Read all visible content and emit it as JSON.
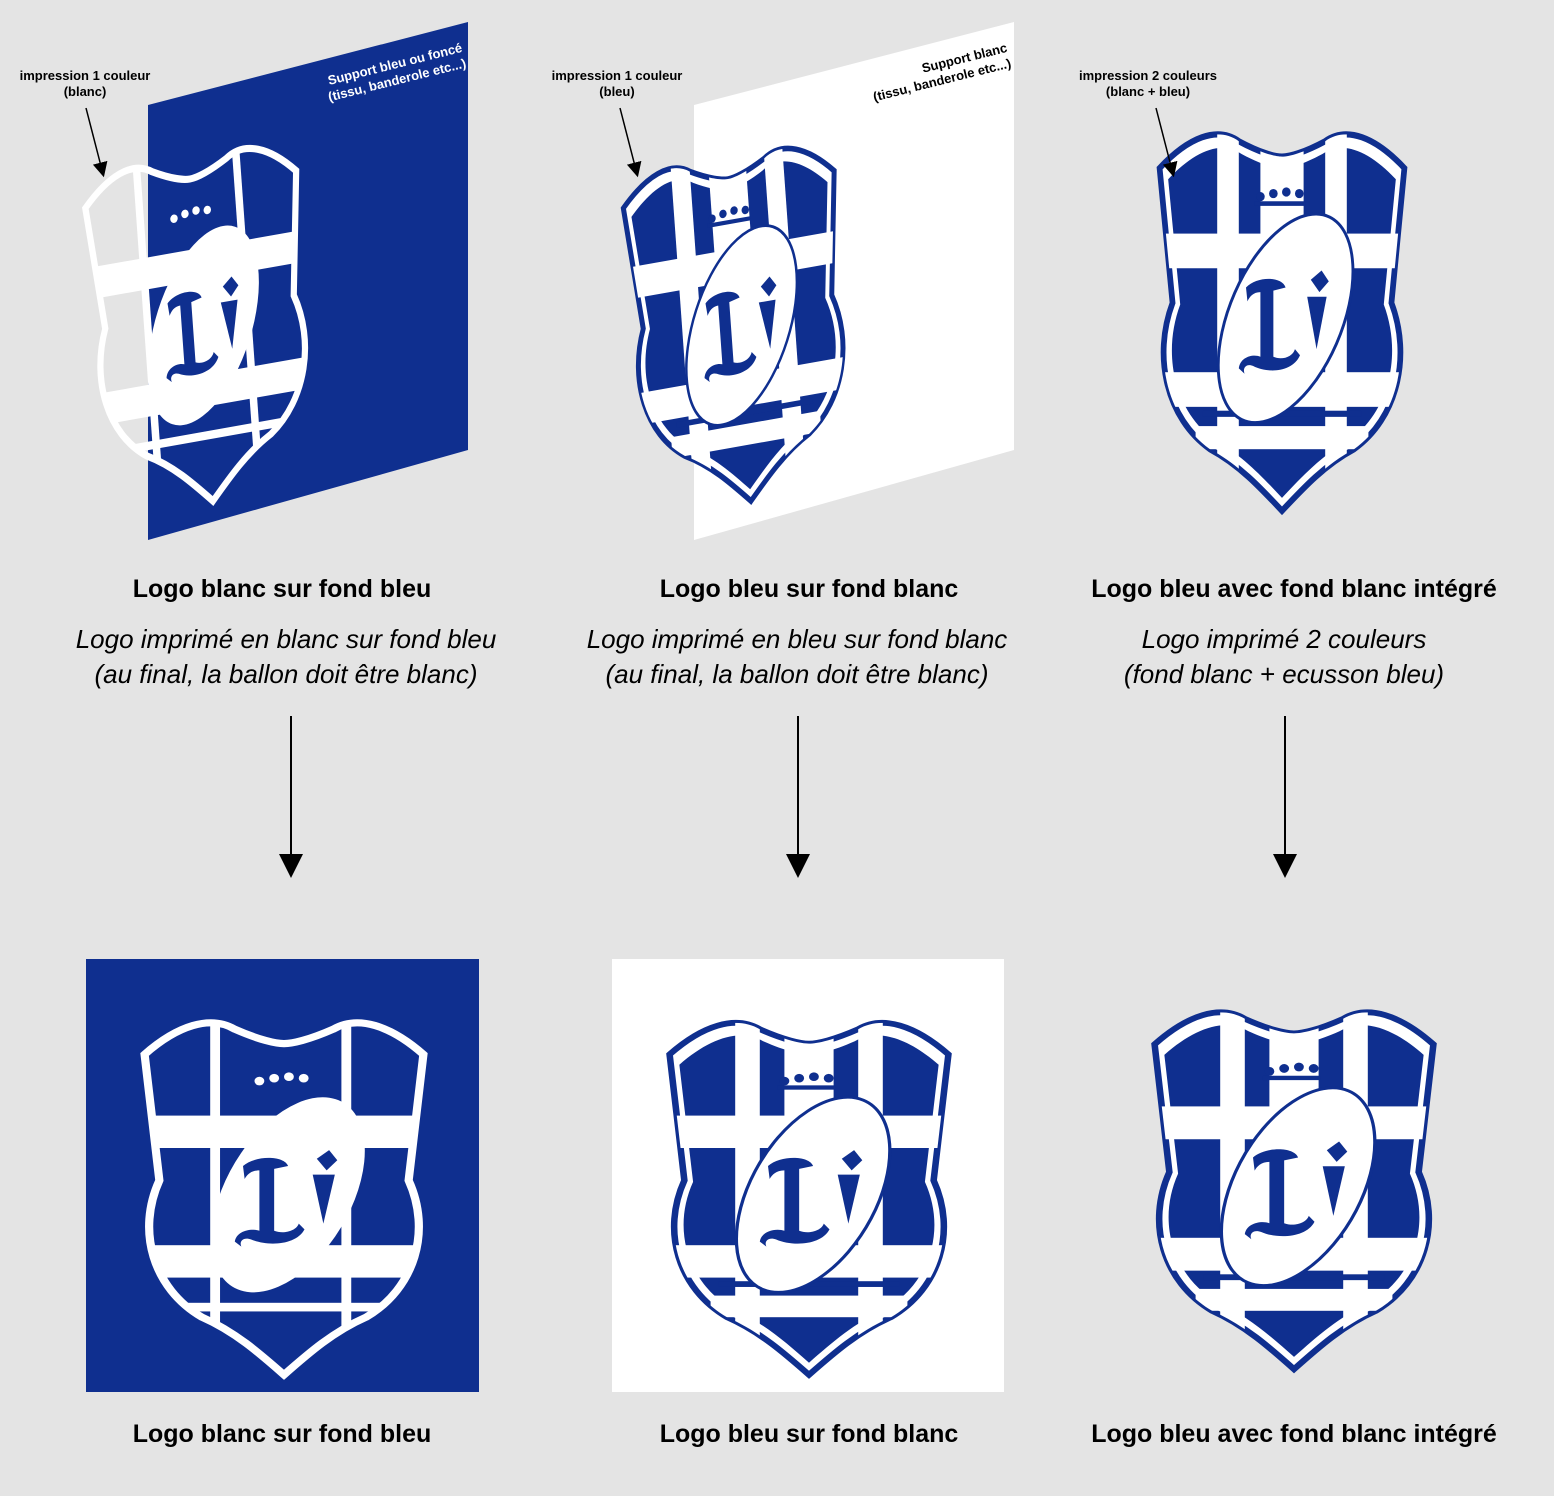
{
  "colors": {
    "blue": "#0f2f8f",
    "white": "#ffffff",
    "background": "#e4e4e4",
    "ink": "#000000"
  },
  "columns": [
    {
      "callout": {
        "line1": "impression 1 couleur",
        "line2": "(blanc)"
      },
      "support": {
        "line1": "Support bleu ou foncé",
        "line2": "(tissu, banderole etc...)"
      },
      "title": "Logo blanc sur fond bleu",
      "description": {
        "line1": "Logo imprimé en blanc sur fond bleu",
        "line2": "(au final, la ballon doit être blanc)"
      },
      "result_title": "Logo blanc sur fond bleu"
    },
    {
      "callout": {
        "line1": "impression 1 couleur",
        "line2": "(bleu)"
      },
      "support": {
        "line1": "Support blanc",
        "line2": "(tissu, banderole etc...)"
      },
      "title": "Logo bleu sur fond blanc",
      "description": {
        "line1": "Logo imprimé en bleu sur fond blanc",
        "line2": "(au final, la ballon doit être blanc)"
      },
      "result_title": "Logo bleu sur fond blanc"
    },
    {
      "callout": {
        "line1": "impression 2 couleurs",
        "line2": "(blanc + bleu)"
      },
      "title": "Logo bleu avec fond blanc intégré",
      "description": {
        "line1": "Logo imprimé 2 couleurs",
        "line2": "(fond blanc + ecusson bleu)"
      },
      "result_title": "Logo bleu avec fond blanc intégré"
    }
  ]
}
